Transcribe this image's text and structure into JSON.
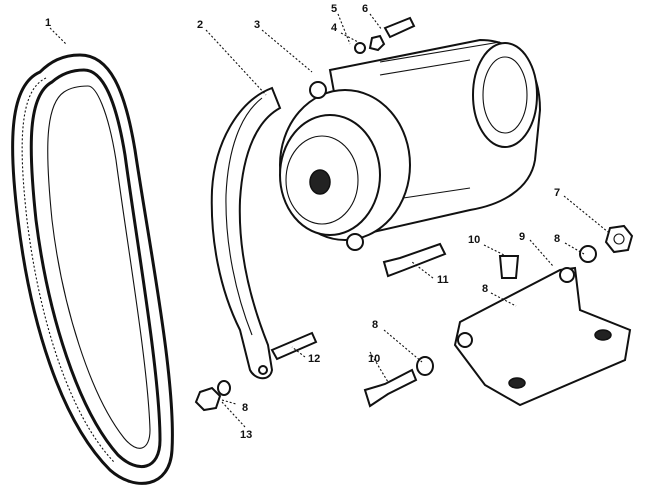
{
  "diagram": {
    "callouts": [
      {
        "id": "c1",
        "label": "1"
      },
      {
        "id": "c2",
        "label": "2"
      },
      {
        "id": "c3",
        "label": "3"
      },
      {
        "id": "c4",
        "label": "4"
      },
      {
        "id": "c5",
        "label": "5"
      },
      {
        "id": "c6",
        "label": "6"
      },
      {
        "id": "c7",
        "label": "7"
      },
      {
        "id": "c8a",
        "label": "8"
      },
      {
        "id": "c8b",
        "label": "8"
      },
      {
        "id": "c8c",
        "label": "8"
      },
      {
        "id": "c8d",
        "label": "8"
      },
      {
        "id": "c9",
        "label": "9"
      },
      {
        "id": "c10a",
        "label": "10"
      },
      {
        "id": "c10b",
        "label": "10"
      },
      {
        "id": "c11",
        "label": "11"
      },
      {
        "id": "c12",
        "label": "12"
      },
      {
        "id": "c13",
        "label": "13"
      }
    ]
  }
}
